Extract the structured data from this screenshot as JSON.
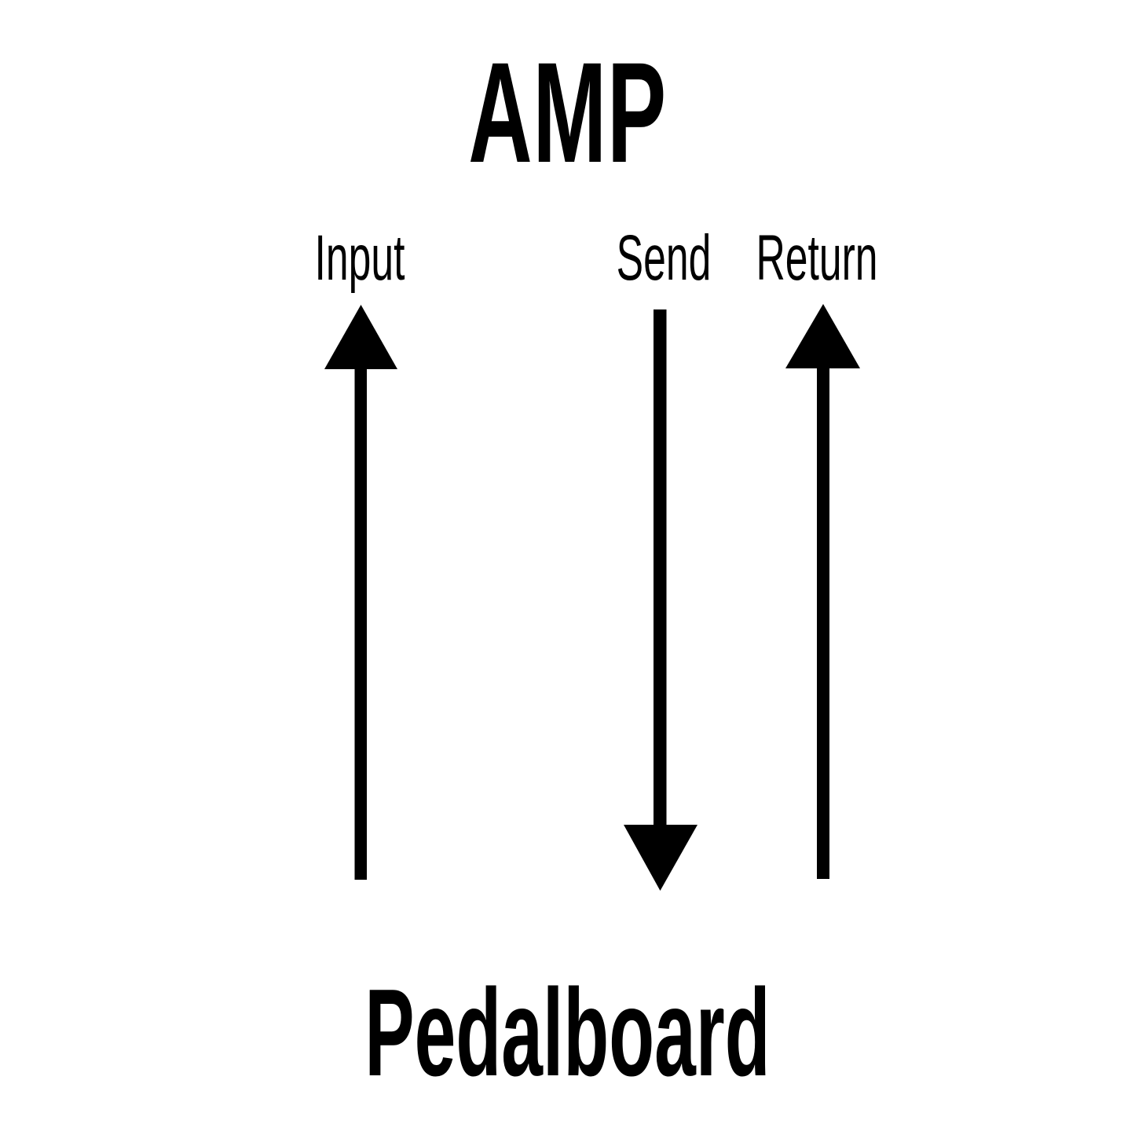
{
  "diagram": {
    "title": "AMP",
    "footer": "Pedalboard",
    "background_color": "#ffffff",
    "ink_color": "#000000",
    "signal_paths": [
      {
        "id": "input",
        "label": "Input",
        "direction": "up",
        "from": "Pedalboard",
        "to": "AMP",
        "arrowhead": "top"
      },
      {
        "id": "send",
        "label": "Send",
        "direction": "down",
        "from": "AMP",
        "to": "Pedalboard",
        "arrowhead": "bottom"
      },
      {
        "id": "return",
        "label": "Return",
        "direction": "up",
        "from": "Pedalboard",
        "to": "AMP",
        "arrowhead": "top"
      }
    ]
  }
}
